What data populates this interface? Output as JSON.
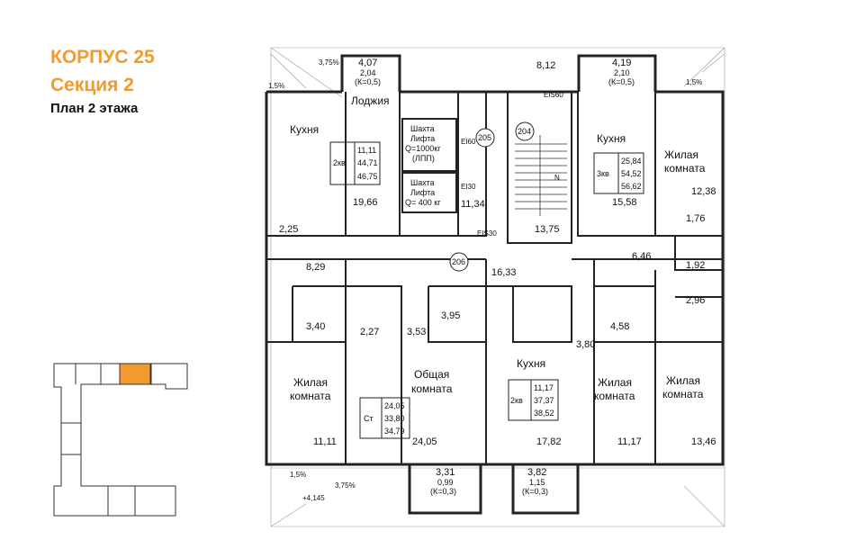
{
  "header": {
    "building": "КОРПУС 25",
    "section": "Секция 2",
    "floor_plan": "План 2 этажа"
  },
  "colors": {
    "accent": "#f39a2f",
    "wall": "#222222",
    "highlight": "#f39a2f"
  },
  "plan": {
    "rooms": {
      "kitchen_left": "Кухня",
      "loggia": "Лоджия",
      "shaft1_a": "Шахта",
      "shaft1_b": "Лифта",
      "shaft1_c": "Q=1000кг",
      "shaft1_d": "(ЛПП)",
      "shaft2_a": "Шахта",
      "shaft2_b": "Лифта",
      "shaft2_c": "Q= 400 кг",
      "kitchen_right": "Кухня",
      "living_tr_1": "Жилая",
      "living_tr_2": "комната",
      "living_bl_1": "Жилая",
      "living_bl_2": "комната",
      "common_1": "Общая",
      "common_2": "комната",
      "kitchen_mid": "Кухня",
      "living_bm_1": "Жилая",
      "living_bm_2": "комната",
      "living_br_1": "Жилая",
      "living_br_2": "комната"
    },
    "areas": {
      "loggia_tl": "4,07",
      "loggia_tl_b": "2,04",
      "loggia_tl_k": "(К=0,5)",
      "top_mid": "8,12",
      "loggia_tr": "4,19",
      "loggia_tr_b": "2,10",
      "loggia_tr_k": "(К=0,5)",
      "kitchen_left": "19,66",
      "bath_left": "2,25",
      "shaft_room": "11,34",
      "stair": "13,75",
      "kitchen_right": "15,58",
      "living_tr": "12,38",
      "bath_tr": "1,76",
      "corridor_r": "6,46",
      "bath_r1": "1,92",
      "bath_r2": "2,96",
      "hall_left": "8,29",
      "bath_l2": "3,40",
      "wc_l": "2,27",
      "hall_mid": "3,53",
      "bath_mid": "3,95",
      "corridor": "16,33",
      "hall_mid2": "3,80",
      "bath_m2": "4,58",
      "living_bl": "11,11",
      "common": "24,05",
      "kitchen_mid": "17,82",
      "living_bm": "11,17",
      "living_br": "13,46",
      "balc_b1": "3,31",
      "balc_b1_b": "0,99",
      "balc_b1_k": "(К=0,3)",
      "balc_b2": "3,82",
      "balc_b2_b": "1,15",
      "balc_b2_k": "(К=0,3)"
    },
    "apartments": {
      "a1": {
        "type": "2кв",
        "v1": "11,11",
        "v2": "44,71",
        "v3": "46,75"
      },
      "a2": {
        "type": "3кв",
        "v1": "25,84",
        "v2": "54,52",
        "v3": "56,62"
      },
      "a3": {
        "type": "Ст",
        "v1": "24,05",
        "v2": "33,80",
        "v3": "34,79"
      },
      "a4": {
        "type": "2кв",
        "v1": "11,17",
        "v2": "37,37",
        "v3": "38,52"
      }
    },
    "markers": {
      "m205": "205",
      "m204": "204",
      "m206": "206",
      "eis60_a": "EIS60",
      "eis60_b": "EI60",
      "ei30": "EI30",
      "eis30": "EIS30",
      "n": "N"
    },
    "levels": {
      "slope_tl": "1,5%",
      "slope_tr": "1,5%",
      "slope_bl": "1,5%",
      "elev": "+4,145",
      "mark_tl": "3,75%",
      "mark_bl": "3,75%"
    }
  }
}
